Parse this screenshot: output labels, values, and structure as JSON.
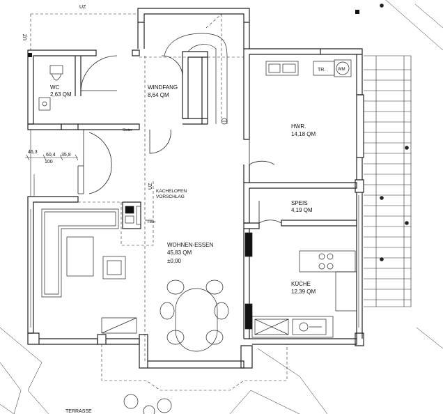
{
  "rooms": {
    "wc": {
      "name": "WC",
      "area": "2,63 QM"
    },
    "windfang": {
      "name": "WINDFANG",
      "area": "8,64 QM"
    },
    "hwr": {
      "name": "HWR.",
      "area": "14,18 QM"
    },
    "speis": {
      "name": "SPEIS",
      "area": "4,19 QM"
    },
    "wohnen": {
      "name": "WOHNEN-ESSEN",
      "area": "45,83 QM",
      "level": "±0,00"
    },
    "kueche": {
      "name": "KÜCHE",
      "area": "12,39 QM"
    }
  },
  "annotations": {
    "uz_top": "UZ",
    "uz_left": "UZ",
    "uz_mid": "UZ",
    "kachelofen_line1": "KACHELOFEN",
    "kachelofen_line2": "VORSCHLAG",
    "tr": "TR.",
    "wm": "WM",
    "schuko": "Stutze",
    "filter": "Filter",
    "terrasse": "TERRASSE"
  },
  "dimensions": {
    "d1": "46,3",
    "d2": "60,4",
    "d3": "35,8",
    "d4": "100"
  }
}
